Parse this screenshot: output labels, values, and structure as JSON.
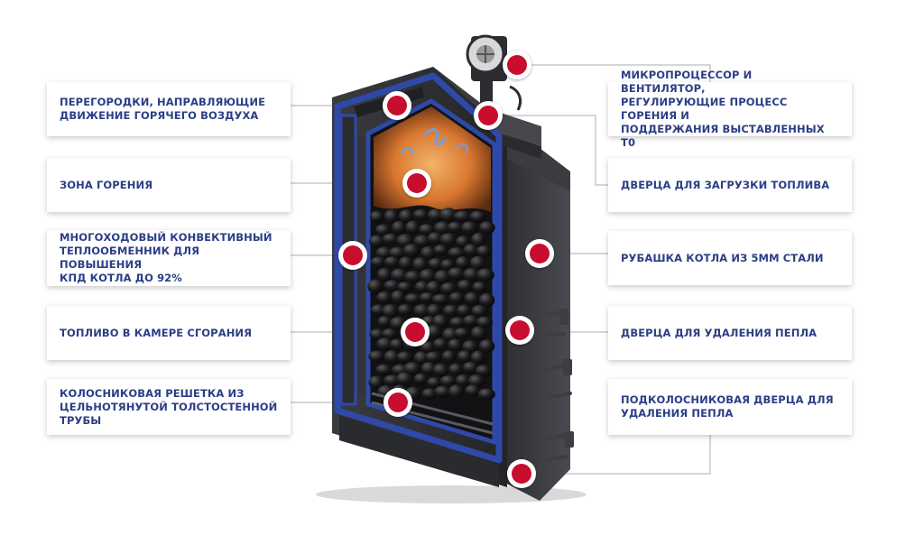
{
  "colors": {
    "label_text": "#2b3e86",
    "marker_red": "#c8102e",
    "blue_channel": "#2f49a8",
    "leader_line": "#c9c9c9",
    "boiler_body": "#2c2d30",
    "flame": "#e08a3a"
  },
  "labels": {
    "left": [
      "ПЕРЕГОРОДКИ, НАПРАВЛЯЮЩИЕ\nДВИЖЕНИЕ ГОРЯЧЕГО ВОЗДУХА",
      "ЗОНА ГОРЕНИЯ",
      "МНОГОХОДОВЫЙ КОНВЕКТИВНЫЙ\nТЕПЛООБМЕННИК ДЛЯ ПОВЫШЕНИЯ\nКПД КОТЛА ДО 92%",
      "ТОПЛИВО В КАМЕРЕ СГОРАНИЯ",
      "КОЛОСНИКОВАЯ РЕШЕТКА ИЗ\nЦЕЛЬНОТЯНУТОЙ ТОЛСТОСТЕННОЙ\nТРУБЫ"
    ],
    "right": [
      "МИКРОПРОЦЕССОР И ВЕНТИЛЯТОР,\nРЕГУЛИРУЮЩИЕ ПРОЦЕСС ГОРЕНИЯ И\nПОДДЕРЖАНИЯ ВЫСТАВЛЕННЫХ Т0",
      "ДВЕРЦА ДЛЯ ЗАГРУЗКИ ТОПЛИВА",
      "РУБАШКА КОТЛА ИЗ 5ММ СТАЛИ",
      "ДВЕРЦА ДЛЯ УДАЛЕНИЯ ПЕПЛА",
      "ПОДКОЛОСНИКОВАЯ ДВЕРЦА ДЛЯ\nУДАЛЕНИЯ ПЕПЛА"
    ]
  }
}
